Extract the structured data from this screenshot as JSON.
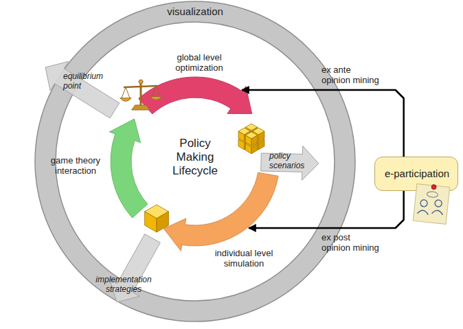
{
  "diagram": {
    "nodes": [
      {
        "text": [
          "visualization"
        ]
      },
      {
        "text": [
          "global level optimization"
        ],
        "in": 0
      },
      {
        "text": [
          "game theory interaction"
        ],
        "in": 0
      },
      {
        "text": [
          "individual level simulation"
        ],
        "in": 0
      },
      {
        "text": [
          "e-participation"
        ]
      }
    ],
    "edges": [
      {
        "from": 4,
        "to": 1,
        "label": "ex ante opinion mining",
        "arrow": "to"
      },
      {
        "from": 4,
        "to": 3,
        "label": "ex post opinion mining",
        "arrow": "to"
      }
    ],
    "labels": [
      "equilibrium point",
      "Policy Making Lifecycle",
      "policy scenarios",
      "implementation strategies"
    ]
  }
}
